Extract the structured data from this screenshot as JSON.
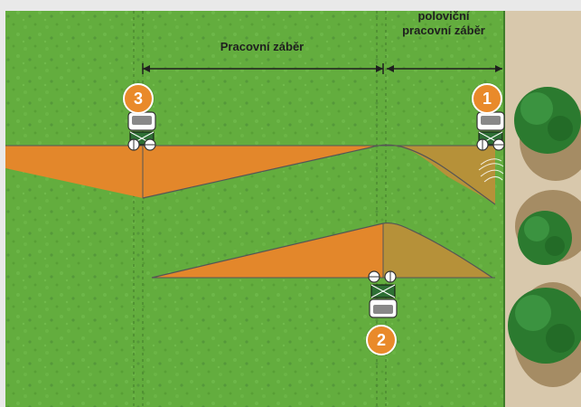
{
  "labels": {
    "working_width": "Pracovní záběr",
    "half_working_width": [
      "poloviční",
      "pracovní záběr"
    ]
  },
  "positions": {
    "p1": "1",
    "p2": "2",
    "p3": "3"
  },
  "colors": {
    "field": "#63ad3e",
    "field_stripe": "#5a9f38",
    "track": "#4f8d32",
    "spread_area": "#e3872b",
    "partial_area": "#b69139",
    "boundary_ground": "#d8c8ac",
    "tree_shadow": "#a58c64",
    "tree": "#2b7a2f",
    "badge": "#e98a2a",
    "arrow": "#1f1f1f"
  },
  "icons": [
    "tractor-icon",
    "spreader-icon",
    "tree-icon"
  ]
}
